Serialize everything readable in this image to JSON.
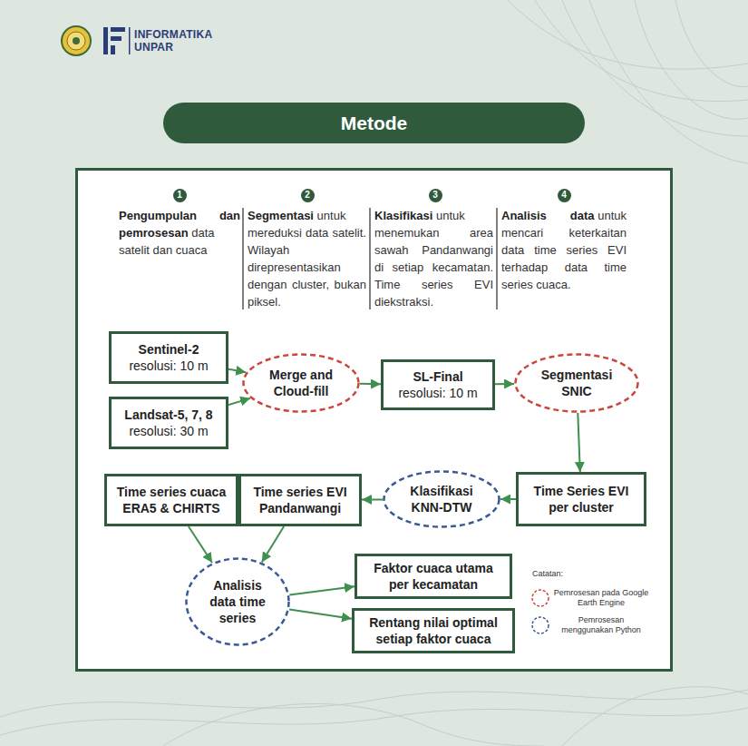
{
  "diagram": {
    "title": "Metode",
    "nodes": [
      {
        "text": [
          "1"
        ]
      },
      {
        "text": [
          "2"
        ]
      },
      {
        "text": [
          "3"
        ]
      },
      {
        "text": [
          "4"
        ]
      },
      {
        "text": [
          "Sentinel-2",
          "resolusi: 10 m"
        ]
      },
      {
        "text": [
          "Landsat-5, 7, 8",
          "resolusi: 30 m"
        ]
      },
      {
        "text": [
          "Merge and Cloud-fill"
        ]
      },
      {
        "text": [
          "SL-Final",
          "resolusi: 10 m"
        ]
      },
      {
        "text": [
          "Segmentasi SNIC"
        ]
      },
      {
        "text": [
          "Time Series EVI per cluster"
        ]
      },
      {
        "text": [
          "Klasifikasi KNN-DTW"
        ]
      },
      {
        "text": [
          "Time series EVI Pandanwangi"
        ]
      },
      {
        "text": [
          "Time series cuaca ERA5 & CHIRTS"
        ]
      },
      {
        "text": [
          "Analisis data time series"
        ]
      },
      {
        "text": [
          "Faktor cuaca utama per kecamatan"
        ]
      },
      {
        "text": [
          "Rentang nilai optimal setiap faktor cuaca"
        ]
      }
    ],
    "edges": [
      {
        "from": 4,
        "to": 6,
        "arrow": "to"
      },
      {
        "from": 5,
        "to": 6,
        "arrow": "to"
      },
      {
        "from": 6,
        "to": 7,
        "arrow": "to"
      },
      {
        "from": 7,
        "to": 8,
        "arrow": "to"
      },
      {
        "from": 8,
        "to": 9,
        "arrow": "to"
      },
      {
        "from": 9,
        "to": 10,
        "arrow": "to"
      },
      {
        "from": 10,
        "to": 11,
        "arrow": "to"
      },
      {
        "from": 12,
        "to": 13,
        "arrow": "to"
      },
      {
        "from": 11,
        "to": 13,
        "arrow": "to"
      },
      {
        "from": 13,
        "to": 14,
        "arrow": "to"
      },
      {
        "from": 13,
        "to": 15,
        "arrow": "to"
      }
    ],
    "labels": [
      "INFORMATIKA",
      "UNPAR",
      "Pengumpulan dan pemrosesan",
      "data satelit dan cuaca",
      "Segmentasi",
      "untuk mereduksi data satelit. Wilayah direpresentasikan dengan cluster, bukan piksel.",
      "Klasifikasi",
      "untuk menemukan area sawah Pandanwangi di setiap kecamatan. Time series EVI diekstraksi.",
      "Analisis data",
      "untuk mencari keterkaitan data time series EVI terhadap data time series cuaca.",
      "Catatan:"
    ],
    "legend": [
      {
        "text": "Pemrosesan pada Google Earth Engine"
      },
      {
        "text": "Pemrosesan menggunakan Python"
      }
    ]
  }
}
